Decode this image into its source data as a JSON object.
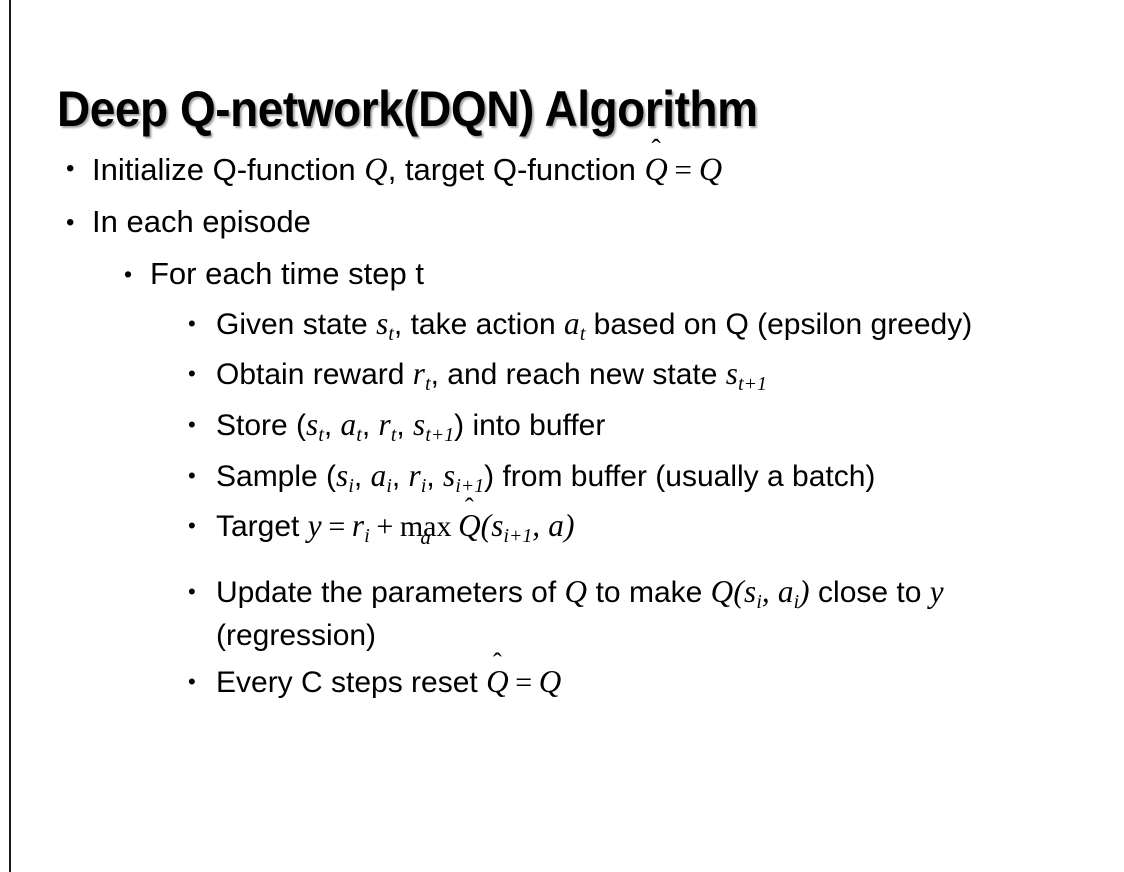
{
  "slide": {
    "title": "Deep Q-network(DQN) Algorithm",
    "background_color": "#ffffff",
    "text_color": "#000000",
    "left_rule_color": "#1a1a1a",
    "bullet_glyph": "•"
  },
  "bullets": {
    "initialize": {
      "pre": "Initialize Q-function ",
      "var_q": "Q",
      "mid": ", target Q-function ",
      "qhat": "Q",
      "hat": "̂",
      "equals": "=",
      "post_q": "Q"
    },
    "in_each_episode": "In each episode",
    "for_each_time_step": "For each time step t",
    "given_state": {
      "pre": "Given state ",
      "s": "s",
      "s_sub": "t",
      "mid": ", take action ",
      "a": "a",
      "a_sub": "t",
      "post": " based on Q (epsilon greedy)"
    },
    "obtain_reward": {
      "pre": "Obtain reward ",
      "r": "r",
      "r_sub": "t",
      "mid": ", and reach new state ",
      "s": "s",
      "s_sub": "t+1"
    },
    "store": {
      "pre": "Store (",
      "s1": "s",
      "s1_sub": "t",
      "sep1": ", ",
      "a1": "a",
      "a1_sub": "t",
      "sep2": ", ",
      "r1": "r",
      "r1_sub": "t",
      "sep3": ", ",
      "s2": "s",
      "s2_sub": "t+1",
      "post": ") into buffer"
    },
    "sample": {
      "pre": "Sample (",
      "s1": "s",
      "s1_sub": "i",
      "sep1": ", ",
      "a1": "a",
      "a1_sub": "i",
      "sep2": ", ",
      "r1": "r",
      "r1_sub": "i",
      "sep3": ", ",
      "s2": "s",
      "s2_sub": "i+1",
      "post": ") from buffer (usually a batch)"
    },
    "target": {
      "pre": "Target ",
      "y": "y",
      "equals": "=",
      "r": "r",
      "r_sub": "i",
      "plus": "+",
      "max": "max",
      "max_under": "a",
      "qhat": "Q",
      "hat": "̂",
      "open": "(",
      "s": "s",
      "s_sub": "i+1",
      "comma": ", ",
      "a": "a",
      "close": ")"
    },
    "update": {
      "pre": "Update the parameters of ",
      "q1": "Q",
      "mid": " to make ",
      "q2": "Q",
      "open": "(",
      "s": "s",
      "s_sub": "i",
      "comma": ", ",
      "a": "a",
      "a_sub": "i",
      "close": ")",
      "post": " close to ",
      "y": "y",
      "tail": " (regression)"
    },
    "every_c": {
      "pre": "Every C steps reset ",
      "qhat": "Q",
      "hat": "̂",
      "equals": "=",
      "post": "Q"
    }
  }
}
